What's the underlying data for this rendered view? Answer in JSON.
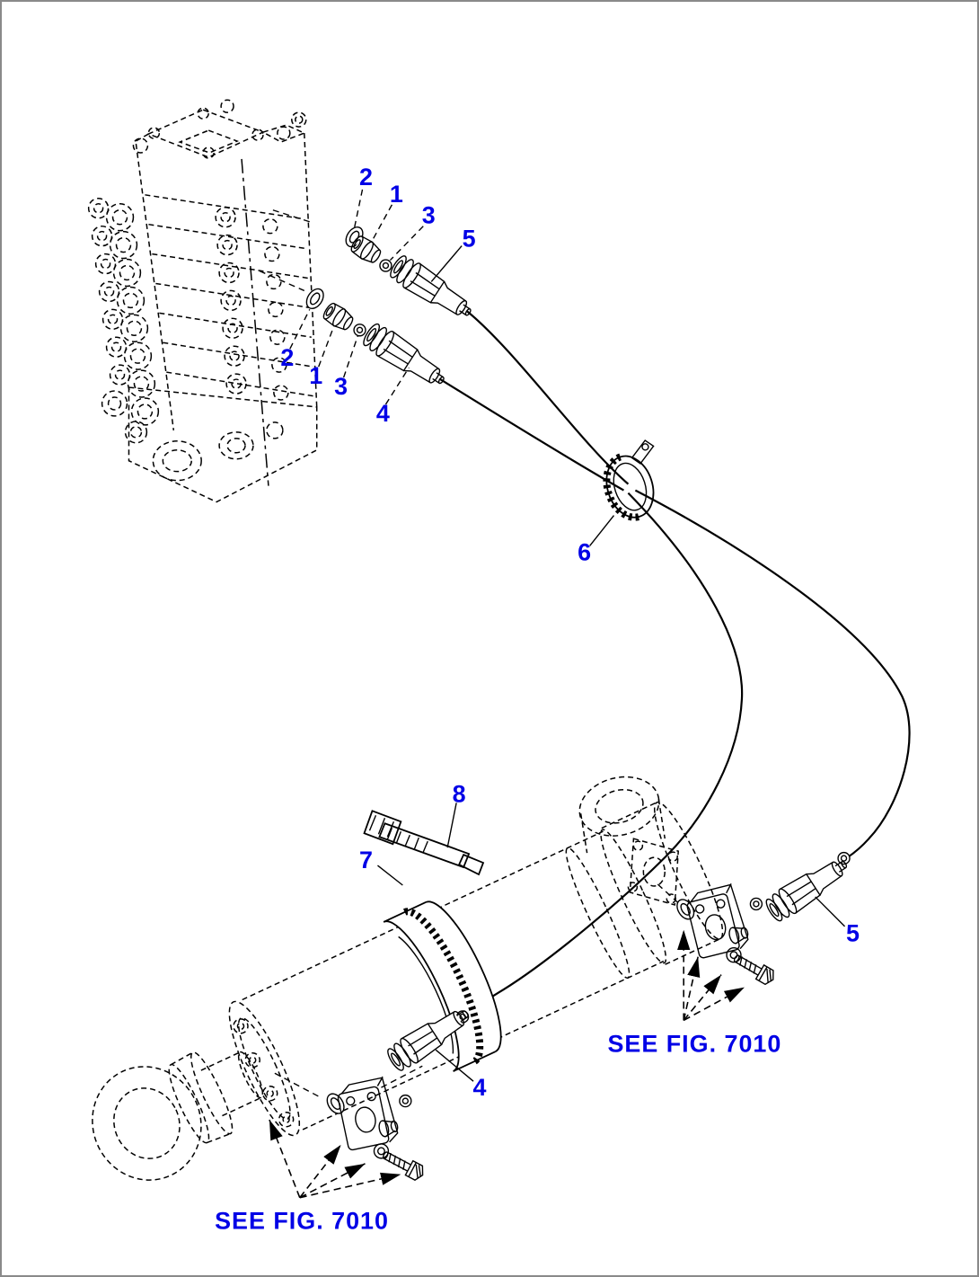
{
  "figure": {
    "background": "#ffffff",
    "border_color": "#8a8a8a",
    "line_color": "#000000",
    "callout_color": "#0000e6"
  },
  "callouts": [
    {
      "label": "2"
    },
    {
      "label": "1"
    },
    {
      "label": "3"
    },
    {
      "label": "5"
    },
    {
      "label": "2"
    },
    {
      "label": "1"
    },
    {
      "label": "3"
    },
    {
      "label": "4"
    },
    {
      "label": "6"
    },
    {
      "label": "8"
    },
    {
      "label": "7"
    },
    {
      "label": "5"
    },
    {
      "label": "4"
    }
  ],
  "notes": [
    {
      "label": "SEE FIG. 7010"
    },
    {
      "label": "SEE FIG. 7010"
    }
  ]
}
